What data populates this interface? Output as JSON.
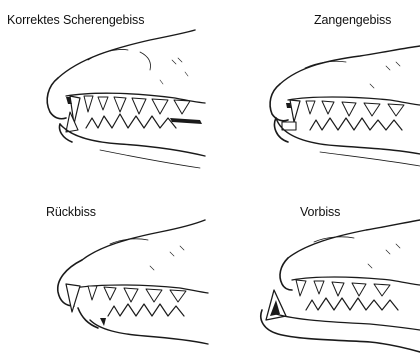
{
  "panels": [
    {
      "id": "korrekt",
      "label": "Korrektes Scherengebiss"
    },
    {
      "id": "zange",
      "label": "Zangengebiss"
    },
    {
      "id": "rueck",
      "label": "Rückbiss"
    },
    {
      "id": "vor",
      "label": "Vorbiss"
    }
  ]
}
